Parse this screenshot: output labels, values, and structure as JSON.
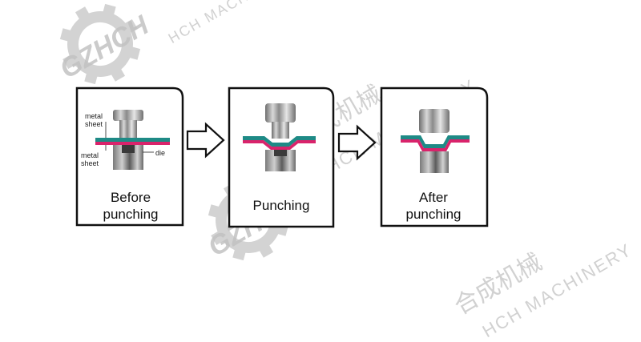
{
  "watermark": {
    "logo_text": "GZHCH",
    "company_cn": "合成机械",
    "company_en": "HCH MACHINERY",
    "color": "#c8c8c8"
  },
  "panels": [
    {
      "label": "Before\npunching",
      "stage": "before"
    },
    {
      "label": "Punching",
      "stage": "punching"
    },
    {
      "label": "After\npunching",
      "stage": "after"
    }
  ],
  "part_labels": {
    "top_sheet": "metal\nsheet",
    "bottom_sheet": "metal\nsheet",
    "die": "die"
  },
  "colors": {
    "sheet_top": "#1e8a86",
    "sheet_bottom": "#d9236b",
    "punch": "#9a9a9a",
    "arrow_outline": "#111111"
  }
}
